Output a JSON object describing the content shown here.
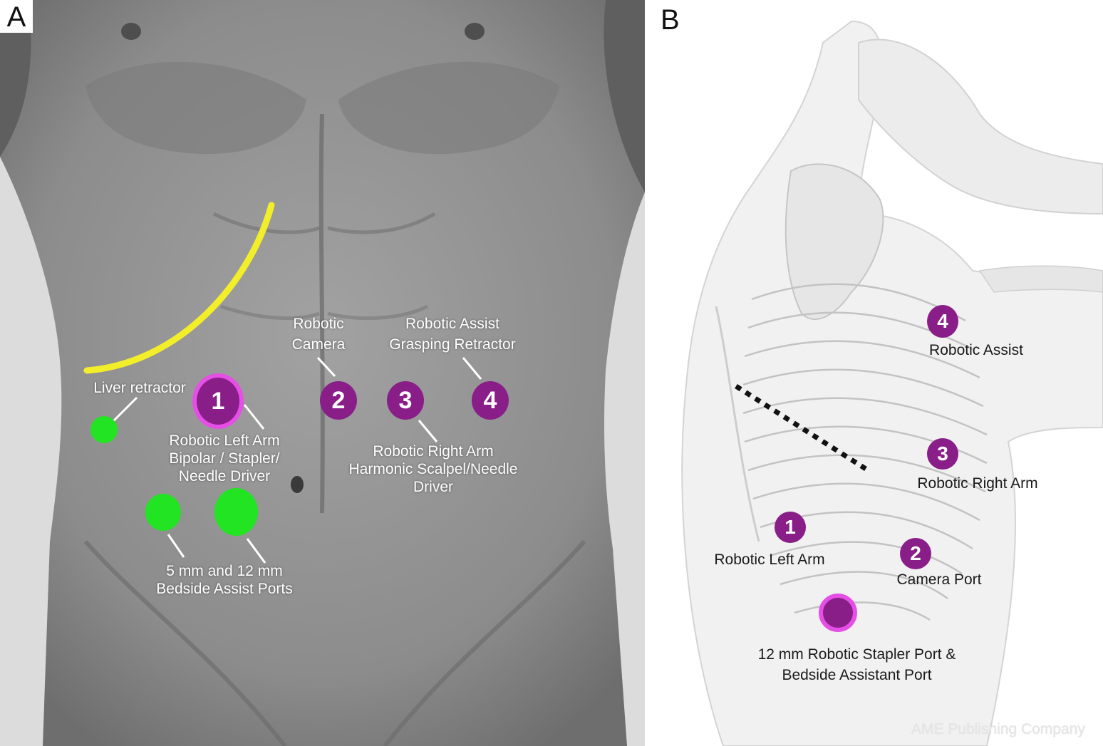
{
  "colors": {
    "port_purple": "#8a1e88",
    "port_ring": "#e64fe6",
    "green_port": "#22e422",
    "liver_line": "#f3ee2a",
    "incision": "#111111"
  },
  "panel_a": {
    "letter": "A",
    "ports": {
      "p1": "1",
      "p2": "2",
      "p3": "3",
      "p4": "4"
    },
    "labels": {
      "camera": [
        "Robotic",
        "Camera"
      ],
      "assist": [
        "Robotic Assist",
        "Grasping Retractor"
      ],
      "liver": "Liver retractor",
      "left_arm": [
        "Robotic Left Arm",
        "Bipolar / Stapler/",
        "Needle Driver"
      ],
      "right_arm": [
        "Robotic Right Arm",
        "Harmonic Scalpel/Needle",
        "Driver"
      ],
      "bedside": [
        "5 mm and 12 mm",
        "Bedside Assist Ports"
      ]
    }
  },
  "panel_b": {
    "letter": "B",
    "ports": {
      "p1": "1",
      "p2": "2",
      "p3": "3",
      "p4": "4"
    },
    "labels": {
      "assist": "Robotic Assist",
      "right_arm": "Robotic Right Arm",
      "left_arm": "Robotic Left Arm",
      "camera": "Camera Port",
      "stapler": [
        "12 mm Robotic Stapler Port &",
        "Bedside Assistant Port"
      ]
    },
    "watermark": "AME Publishing Company"
  }
}
